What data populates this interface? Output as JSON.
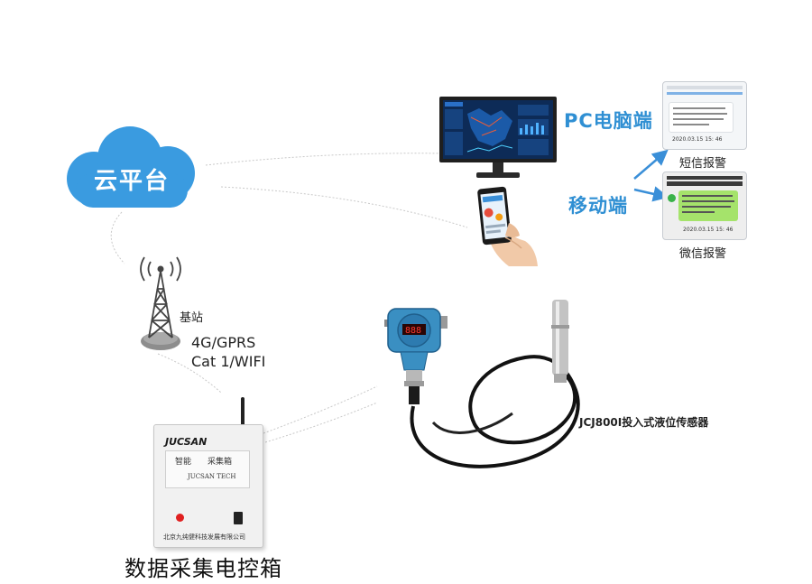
{
  "cloud": {
    "label": "云平台"
  },
  "base_station": {
    "label": "基站"
  },
  "network": {
    "line1": "4G/GPRS",
    "line2": "Cat 1/WIFI"
  },
  "pc": {
    "label": "PC电脑端"
  },
  "mobile": {
    "label": "移动端"
  },
  "sms": {
    "label": "短信报警",
    "timestamp": "2020.03.15  15: 46"
  },
  "wechat": {
    "label": "微信报警",
    "timestamp": "2020.03.15  15: 46"
  },
  "sensor": {
    "label": "JCJ800I投入式液位传感器"
  },
  "box": {
    "label": "数据采集电控箱",
    "brand": "JUCSAN",
    "panel_left": "智能",
    "panel_right": "采集箱",
    "brand_tech": "JUCSAN TECH",
    "company": "北京九纯健科技发展有限公司"
  },
  "colors": {
    "cloud": "#3a9be0",
    "accent_text": "#2f8fd3",
    "arrow": "#3a8fd8"
  }
}
